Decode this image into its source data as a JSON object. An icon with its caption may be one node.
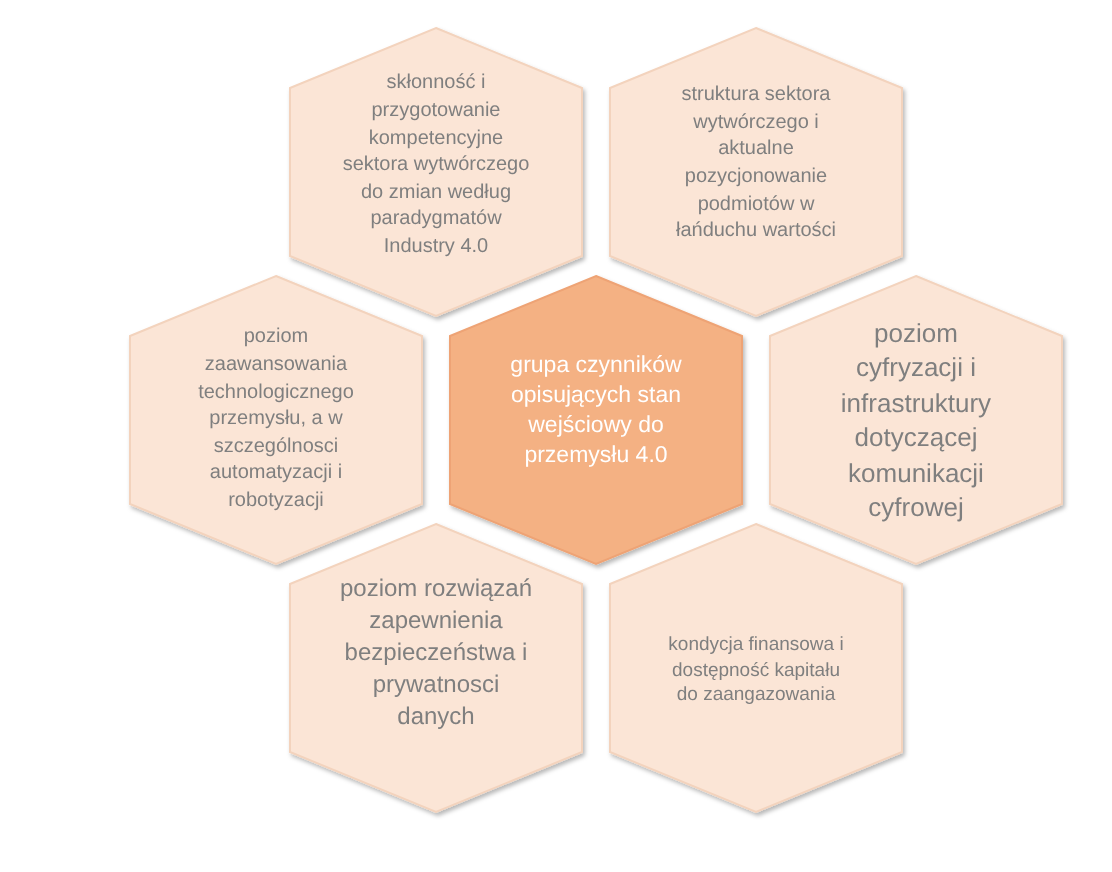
{
  "diagram": {
    "nodes": [
      {
        "text": [
          "skłonność i przygotowanie kompetencyjne sektora wytwórczego do zmian według paradygmatów Industry 4.0"
        ]
      },
      {
        "text": [
          "struktura sektora wytwórczego i aktualne pozycjonowanie podmiotów w łańduchu wartości"
        ]
      },
      {
        "text": [
          "poziom zaawansowania technologicznego przemysłu, a w szczególnosci automatyzacji i robotyzacji"
        ]
      },
      {
        "text": [
          "grupa czynników opisujących stan wejściowy do przemysłu 4.0"
        ]
      },
      {
        "text": [
          "poziom cyfryzacji i infrastruktury dotyczącej komunikacji cyfrowej"
        ]
      },
      {
        "text": [
          "poziom rozwiązań zapewnienia bezpieczeństwa i prywatnosci danych"
        ]
      },
      {
        "text": [
          "kondycja finansowa i dostępność kapitału do zaangazowania"
        ]
      }
    ]
  }
}
